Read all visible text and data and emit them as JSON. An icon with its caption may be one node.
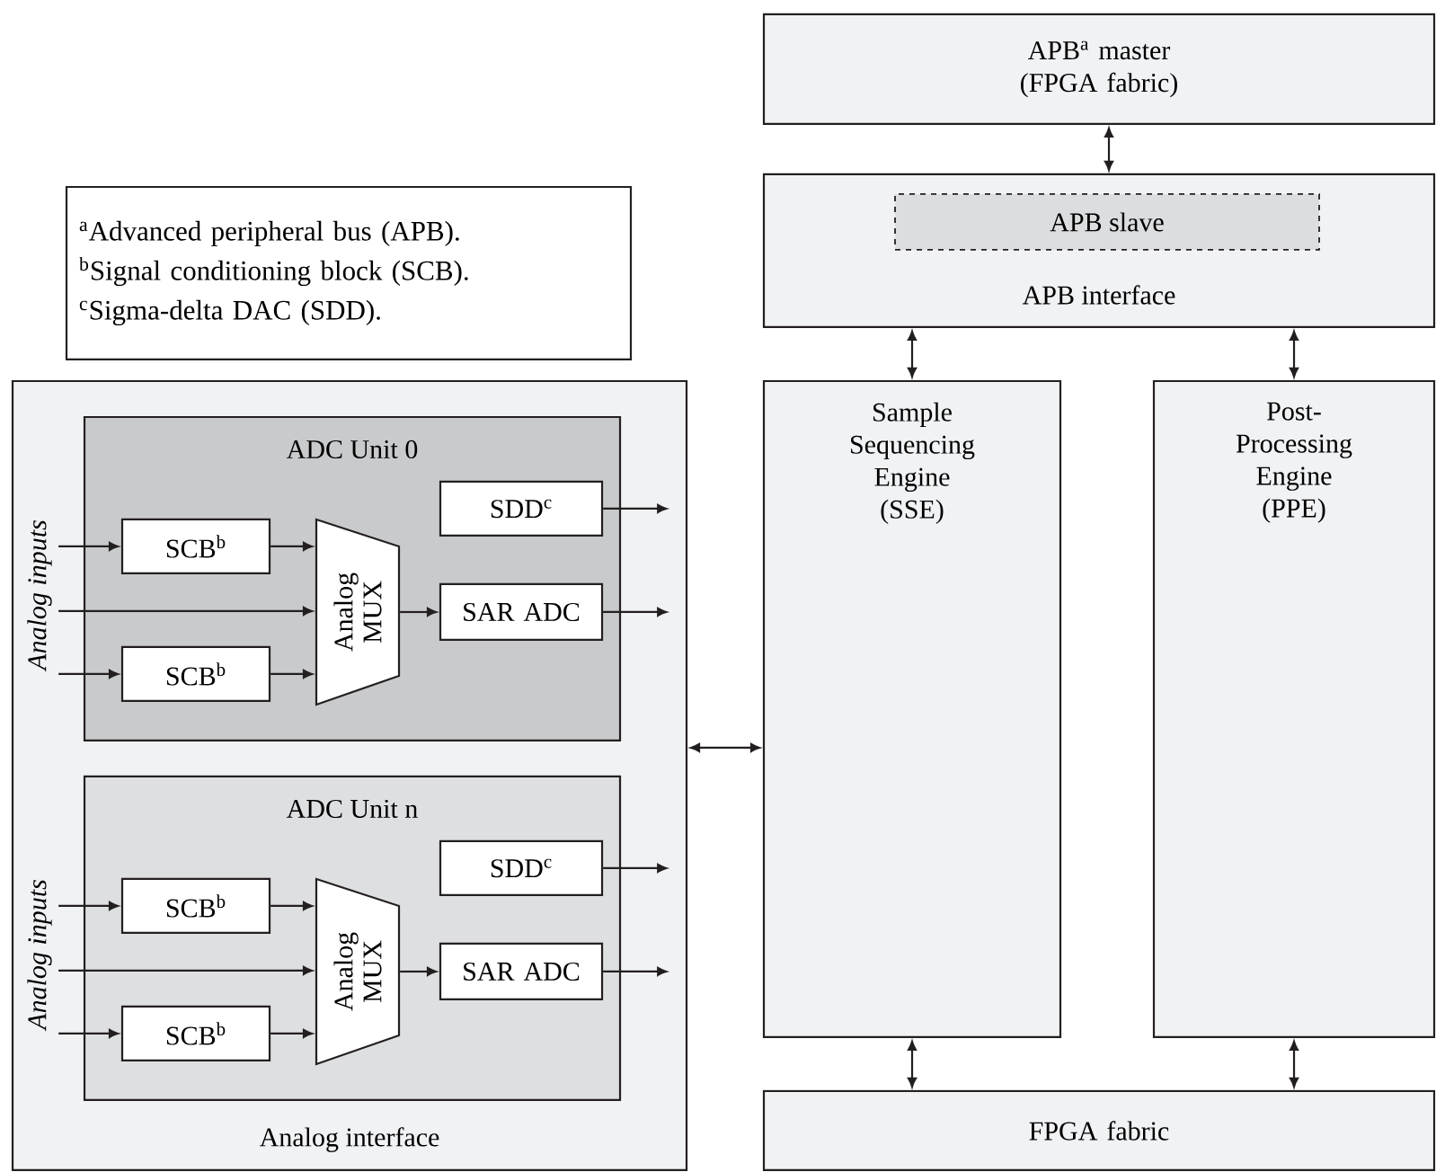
{
  "diagram": {
    "nodes": [
      {
        "text": [
          "APB$^{a}$ master (FPGA fabric)"
        ]
      },
      {
        "text": [
          "APB interface"
        ]
      },
      {
        "text": [
          "APB slave"
        ],
        "in": 1
      },
      {
        "text": [
          "$^{a}$Advanced peripheral bus (APB).",
          "$^{b}$Signal conditioning block (SCB).",
          "$^{c}$Sigma-delta DAC (SDD)."
        ]
      },
      {
        "text": [
          "Analog interface"
        ]
      },
      {
        "text": [
          "Analog inputs"
        ],
        "in": 4
      },
      {
        "text": [
          "ADC Unit 0"
        ],
        "in": 4
      },
      {
        "text": [
          "SCB$^{b}$"
        ],
        "in": 6
      },
      {
        "text": [
          "SDD$^{c}$"
        ],
        "in": 6
      },
      {
        "text": [
          "Analog MUX"
        ],
        "in": 6
      },
      {
        "text": [
          "SAR ADC"
        ],
        "in": 6
      },
      {
        "text": [
          "SCB$^{b}$"
        ],
        "in": 6
      },
      {
        "text": [
          "Analog inputs"
        ],
        "in": 4
      },
      {
        "text": [
          "ADC Unit n"
        ],
        "in": 4
      },
      {
        "text": [
          "SCB$^{b}$"
        ],
        "in": 13
      },
      {
        "text": [
          "SDD$^{c}$"
        ],
        "in": 13
      },
      {
        "text": [
          "Analog MUX"
        ],
        "in": 13
      },
      {
        "text": [
          "SAR ADC"
        ],
        "in": 13
      },
      {
        "text": [
          "SCB$^{b}$"
        ],
        "in": 13
      },
      {
        "text": [
          "Sample Sequencing Engine (SSE)"
        ]
      },
      {
        "text": [
          "Post-Processing Engine (PPE)"
        ]
      },
      {
        "text": [
          "FPGA fabric"
        ]
      }
    ],
    "edges": [
      {
        "from": 0,
        "to": 1,
        "arrow": "both"
      },
      {
        "from": 1,
        "to": 19,
        "arrow": "both"
      },
      {
        "from": 1,
        "to": 20,
        "arrow": "both"
      },
      {
        "from": 19,
        "to": 21,
        "arrow": "both"
      },
      {
        "from": 20,
        "to": 21,
        "arrow": "both"
      },
      {
        "from": 4,
        "to": 19,
        "arrow": "both"
      },
      {
        "from": 5,
        "to": 7,
        "arrow": "to"
      },
      {
        "from": 5,
        "to": 9,
        "arrow": "to"
      },
      {
        "from": 5,
        "to": 11,
        "arrow": "to"
      },
      {
        "from": 7,
        "to": 9,
        "arrow": "to"
      },
      {
        "from": 11,
        "to": 9,
        "arrow": "to"
      },
      {
        "from": 9,
        "to": 10,
        "arrow": "to"
      },
      {
        "from": 8,
        "to": null,
        "arrow": "to"
      },
      {
        "from": 10,
        "to": null,
        "arrow": "to"
      },
      {
        "from": 12,
        "to": 14,
        "arrow": "to"
      },
      {
        "from": 12,
        "to": 16,
        "arrow": "to"
      },
      {
        "from": 12,
        "to": 18,
        "arrow": "to"
      },
      {
        "from": 14,
        "to": 16,
        "arrow": "to"
      },
      {
        "from": 18,
        "to": 16,
        "arrow": "to"
      },
      {
        "from": 16,
        "to": 17,
        "arrow": "to"
      },
      {
        "from": 15,
        "to": null,
        "arrow": "to"
      },
      {
        "from": 17,
        "to": null,
        "arrow": "to"
      }
    ]
  }
}
